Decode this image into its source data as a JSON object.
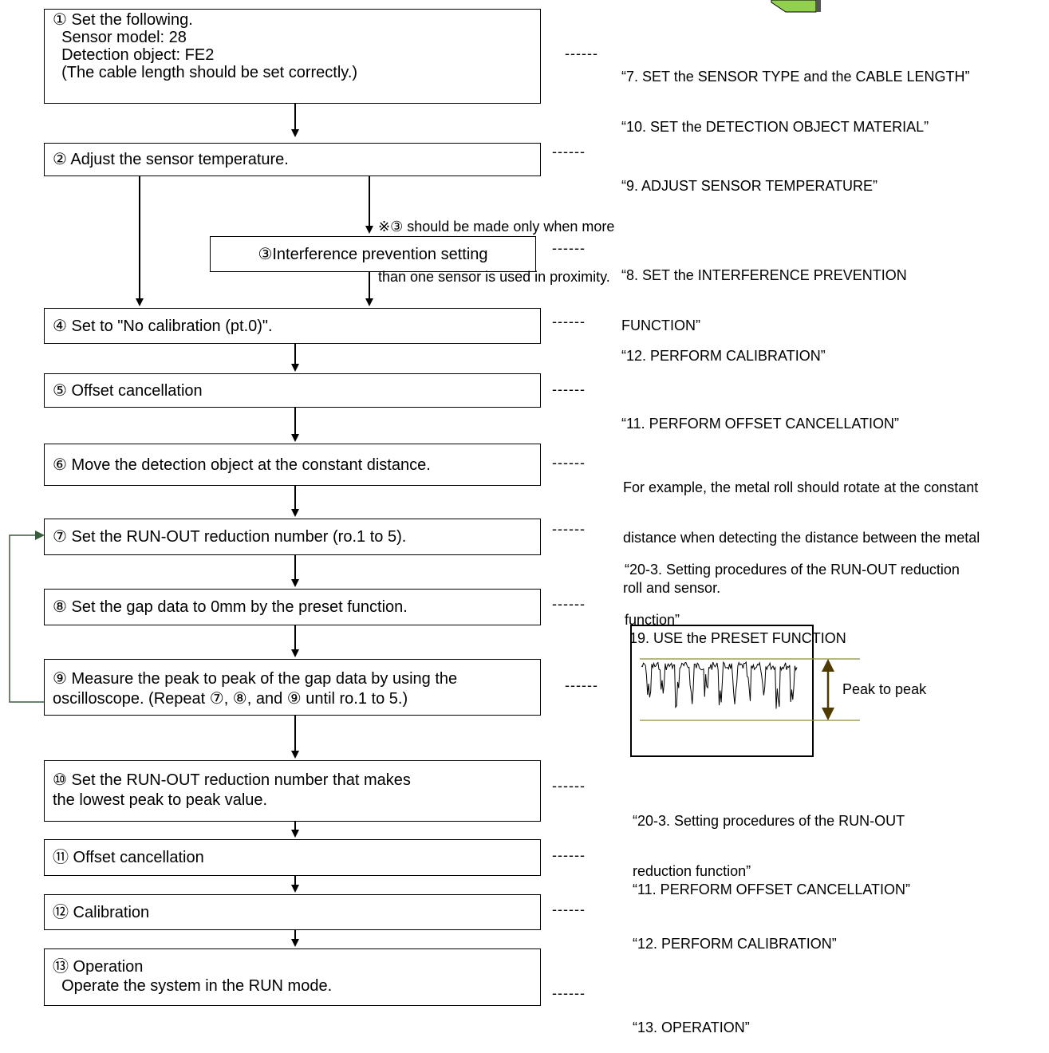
{
  "steps": [
    {
      "lines": [
        "① Set the following.",
        "  Sensor model: 28",
        "  Detection object: FE2",
        "  (The cable length should be set correctly.)"
      ]
    },
    {
      "lines": [
        "② Adjust the sensor temperature."
      ]
    },
    {
      "lines": [
        "③Interference prevention setting"
      ]
    },
    {
      "lines": [
        "④ Set to \"No calibration (pt.0)\"."
      ]
    },
    {
      "lines": [
        "⑤ Offset cancellation"
      ]
    },
    {
      "lines": [
        "⑥ Move the detection object at the constant distance."
      ]
    },
    {
      "lines": [
        "⑦ Set the RUN-OUT reduction number (ro.1 to 5)."
      ]
    },
    {
      "lines": [
        "⑧ Set the gap data to 0mm by the preset function."
      ]
    },
    {
      "lines": [
        "⑨ Measure the peak to peak of the gap data by using the",
        "oscilloscope. (Repeat ⑦, ⑧, and ⑨ until ro.1 to 5.)"
      ]
    },
    {
      "lines": [
        "⑩ Set the RUN-OUT reduction number that makes",
        "the lowest peak to peak value."
      ]
    },
    {
      "lines": [
        "⑪ Offset cancellation"
      ]
    },
    {
      "lines": [
        "⑫ Calibration"
      ]
    },
    {
      "lines": [
        "⑬ Operation",
        "  Operate the system in the RUN mode."
      ]
    }
  ],
  "references": [
    {
      "lines": [
        "“7. SET the SENSOR TYPE and the CABLE LENGTH”",
        "“10. SET the DETECTION OBJECT MATERIAL”"
      ]
    },
    {
      "lines": [
        "“9. ADJUST SENSOR TEMPERATURE”"
      ]
    },
    {
      "lines": [
        "“8. SET the INTERFERENCE PREVENTION",
        "FUNCTION”"
      ]
    },
    {
      "lines": [
        "“12. PERFORM CALIBRATION”"
      ]
    },
    {
      "lines": [
        "“11. PERFORM OFFSET CANCELLATION”"
      ]
    },
    {
      "lines": [
        "For example, the metal roll should rotate at the constant",
        "distance when detecting the distance between the metal",
        "roll and sensor."
      ]
    },
    {
      "lines": [
        "“20-3. Setting procedures of the RUN-OUT reduction",
        "function”"
      ]
    },
    {
      "lines": [
        "19. USE the PRESET FUNCTION"
      ]
    },
    {
      "lines": [
        "“20-3. Setting procedures of the RUN-OUT",
        "reduction function”"
      ]
    },
    {
      "lines": [
        "“11. PERFORM OFFSET CANCELLATION”"
      ]
    },
    {
      "lines": [
        "“12. PERFORM CALIBRATION”"
      ]
    },
    {
      "lines": [
        "“13. OPERATION”"
      ]
    }
  ],
  "dash_text": "------",
  "note": {
    "lines": [
      "※③ should be made only when more",
      "than one sensor is used in proximity."
    ]
  },
  "peak_label": "Peak to peak",
  "colors": {
    "icon_green": "#92d050",
    "peak_arrow": "#4f3b00",
    "peak_lines": "#8c8c3c",
    "loop_line": "#385d3c"
  }
}
